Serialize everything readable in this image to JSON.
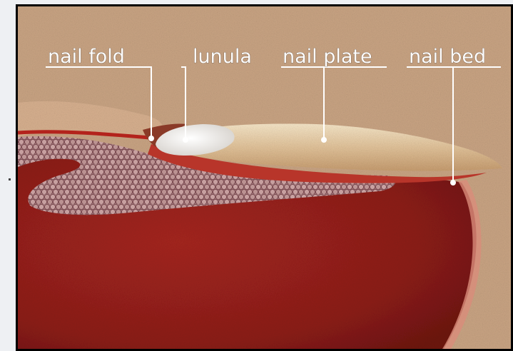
{
  "labels": {
    "nail_fold": "nail fold",
    "lunula": "lunula",
    "nail_plate": "nail plate",
    "nail_bed": "nail bed"
  },
  "colors": {
    "background_tan": "#c9a483",
    "skin": "#d9b294",
    "flesh_dark": "#8a1f1a",
    "flesh_red": "#b0312a",
    "fat_tissue": "#b48c8c",
    "nail_plate": "#e8caa0",
    "lunula": "#f2f2f0",
    "frame": "#000000"
  },
  "icons": {
    "fat_pattern": "cell-cluster-pattern",
    "grain_pattern": "stipple-noise-pattern"
  }
}
